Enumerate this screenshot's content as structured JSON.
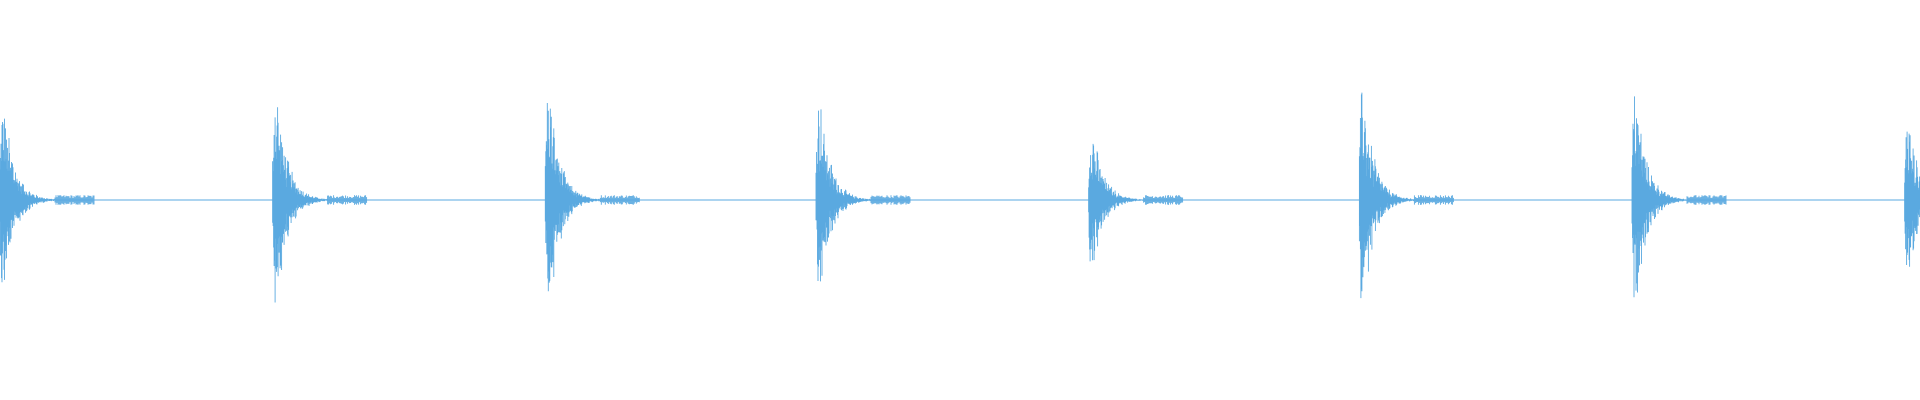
{
  "chart_data": {
    "type": "waveform",
    "title": "",
    "xlabel": "",
    "ylabel": "",
    "ylim": [
      -1,
      1
    ],
    "grid": false,
    "legend": "none",
    "color": "#5aa9e0",
    "bursts": [
      {
        "index": 1,
        "start": 0.0,
        "peak_amplitude": 0.55
      },
      {
        "index": 2,
        "start": 0.142,
        "peak_amplitude": 0.64
      },
      {
        "index": 3,
        "start": 0.284,
        "peak_amplitude": 0.64
      },
      {
        "index": 4,
        "start": 0.425,
        "peak_amplitude": 0.58
      },
      {
        "index": 5,
        "start": 0.567,
        "peak_amplitude": 0.42
      },
      {
        "index": 6,
        "start": 0.708,
        "peak_amplitude": 0.64
      },
      {
        "index": 7,
        "start": 0.85,
        "peak_amplitude": 0.63
      },
      {
        "index": 8,
        "start": 0.992,
        "peak_amplitude": 0.46
      }
    ]
  }
}
